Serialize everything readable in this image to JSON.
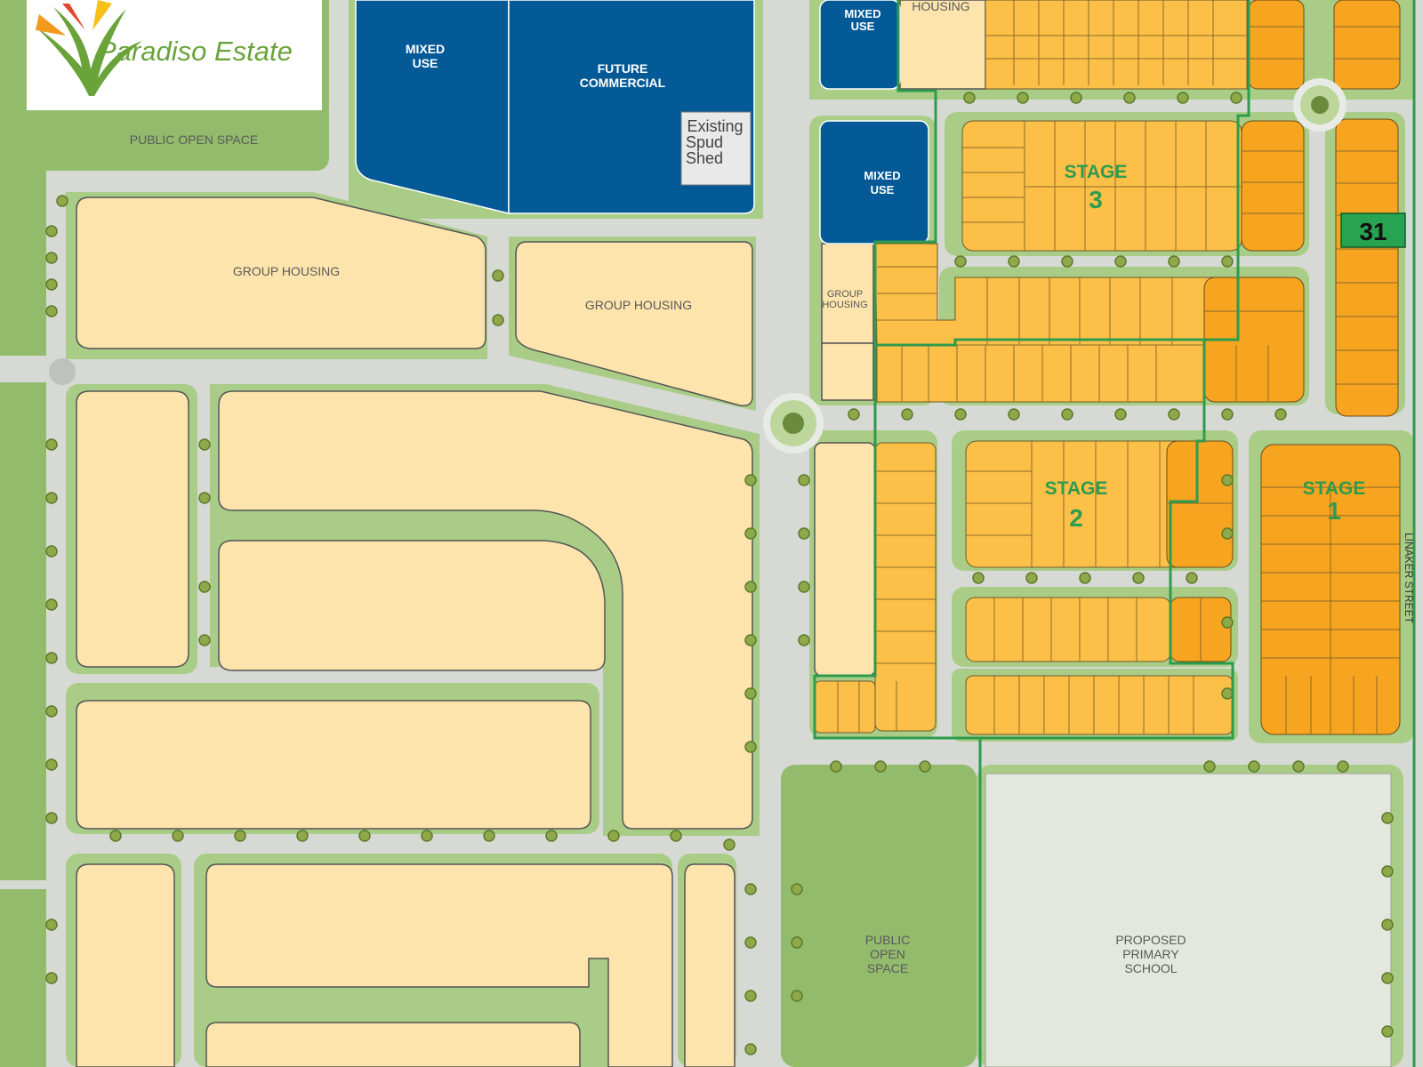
{
  "logo": {
    "name": "Paradiso Estate"
  },
  "labels": {
    "public_open_space_top": "PUBLIC OPEN SPACE",
    "mixed_use_large": [
      "MIXED",
      "USE"
    ],
    "future_commercial": [
      "FUTURE",
      "COMMERCIAL"
    ],
    "spud_shed": [
      "Existing",
      "Spud",
      "Shed"
    ],
    "mixed_use_top": [
      "MIXED",
      "USE"
    ],
    "housing_top": "HOUSING",
    "mixed_use_mid": [
      "MIXED",
      "USE"
    ],
    "group_housing_1": "GROUP HOUSING",
    "group_housing_2": "GROUP HOUSING",
    "group_housing_3": [
      "GROUP",
      "HOUSING"
    ],
    "public_open_space_bottom": [
      "PUBLIC",
      "OPEN",
      "SPACE"
    ],
    "proposed_school": [
      "PROPOSED",
      "PRIMARY",
      "SCHOOL"
    ],
    "street": "LINAKER STREET",
    "lot_badge": "31"
  },
  "stages": [
    {
      "label": "STAGE",
      "number": "3"
    },
    {
      "label": "STAGE",
      "number": "2"
    },
    {
      "label": "STAGE",
      "number": "1"
    }
  ],
  "colors": {
    "road": "#d6d8d4",
    "verge": "#a9cd86",
    "open_space": "#93bb6c",
    "future_lot": "#fde4ad",
    "stage_lot": "#fcbf48",
    "stage1_lot": "#f7a420",
    "commercial": "#045a96",
    "school": "#e3e7dd",
    "boundary": "#2e9b4e",
    "badge": "#27a352"
  }
}
